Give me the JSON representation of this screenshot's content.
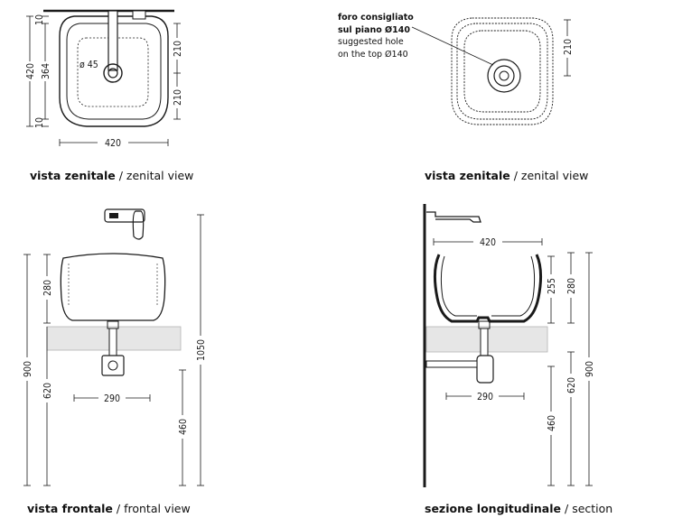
{
  "views": {
    "top_left": {
      "caption_bold": "vista zenitale",
      "caption_sep": " / ",
      "caption_light": "zenital view"
    },
    "top_right": {
      "caption_bold": "vista zenitale",
      "caption_sep": " / ",
      "caption_light": "zenital view",
      "note_line1": "foro consigliato",
      "note_line2": "sul piano Ø140",
      "note_line3": "suggested hole",
      "note_line4": "on the top Ø140"
    },
    "bottom_left": {
      "caption_bold": "vista frontale",
      "caption_sep": " / ",
      "caption_light": "frontal view"
    },
    "bottom_right": {
      "caption_bold": "sezione longitudinale",
      "caption_sep": " / ",
      "caption_light": "section"
    }
  },
  "dimensions": {
    "tl_width": "420",
    "tl_outer_height": "420",
    "tl_inner_height": "364",
    "tl_rim_top": "10",
    "tl_rim_bottom": "10",
    "tl_half_top": "210",
    "tl_half_bottom": "210",
    "tl_drain": "ø 45",
    "tr_half": "210",
    "bl_height_basin": "280",
    "bl_total_900": "900",
    "bl_lower_620": "620",
    "bl_siphon_width": "290",
    "bl_total_1050": "1050",
    "bl_floor_460": "460",
    "br_width": "420",
    "br_inner_255": "255",
    "br_height_280": "280",
    "br_siphon_width": "290",
    "br_lower_620": "620",
    "br_total_900": "900",
    "br_floor_460": "460"
  },
  "colors": {
    "line": "#1a1a1a",
    "counter": "#e6e6e6",
    "wall": "#1a1a1a"
  }
}
